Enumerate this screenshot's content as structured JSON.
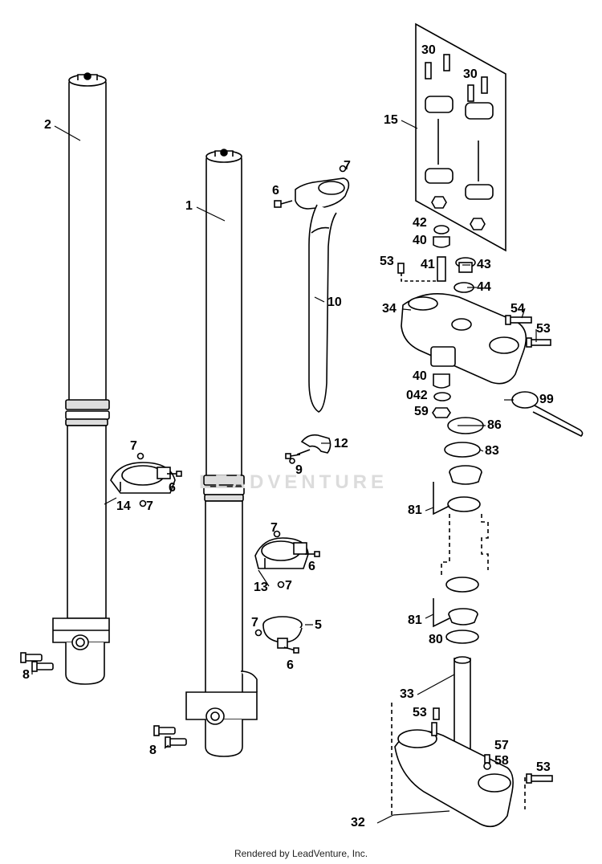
{
  "callouts": {
    "c1": "1",
    "c2": "2",
    "c5": "5",
    "c6a": "6",
    "c6b": "6",
    "c6c": "6",
    "c6d": "6",
    "c7a": "7",
    "c7b": "7",
    "c7c": "7",
    "c7d": "7",
    "c7e": "7",
    "c7f": "7",
    "c8a": "8",
    "c8b": "8",
    "c9": "9",
    "c10": "10",
    "c12": "12",
    "c13": "13",
    "c14": "14",
    "c15": "15",
    "c30a": "30",
    "c30b": "30",
    "c32": "32",
    "c33": "33",
    "c34": "34",
    "c40a": "40",
    "c40b": "40",
    "c41": "41",
    "c42": "42",
    "c042": "042",
    "c43": "43",
    "c44": "44",
    "c53a": "53",
    "c53b": "53",
    "c53c": "53",
    "c53d": "53",
    "c54": "54",
    "c57": "57",
    "c58": "58",
    "c59": "59",
    "c80": "80",
    "c81a": "81",
    "c81b": "81",
    "c83": "83",
    "c86": "86",
    "c99": "99"
  },
  "watermark": "LEADVENTURE",
  "footer": "Rendered by LeadVenture, Inc.",
  "colors": {
    "line": "#000000",
    "fill": "#ffffff",
    "shade": "#d9d9d9",
    "watermark": "#dcdcdc"
  }
}
